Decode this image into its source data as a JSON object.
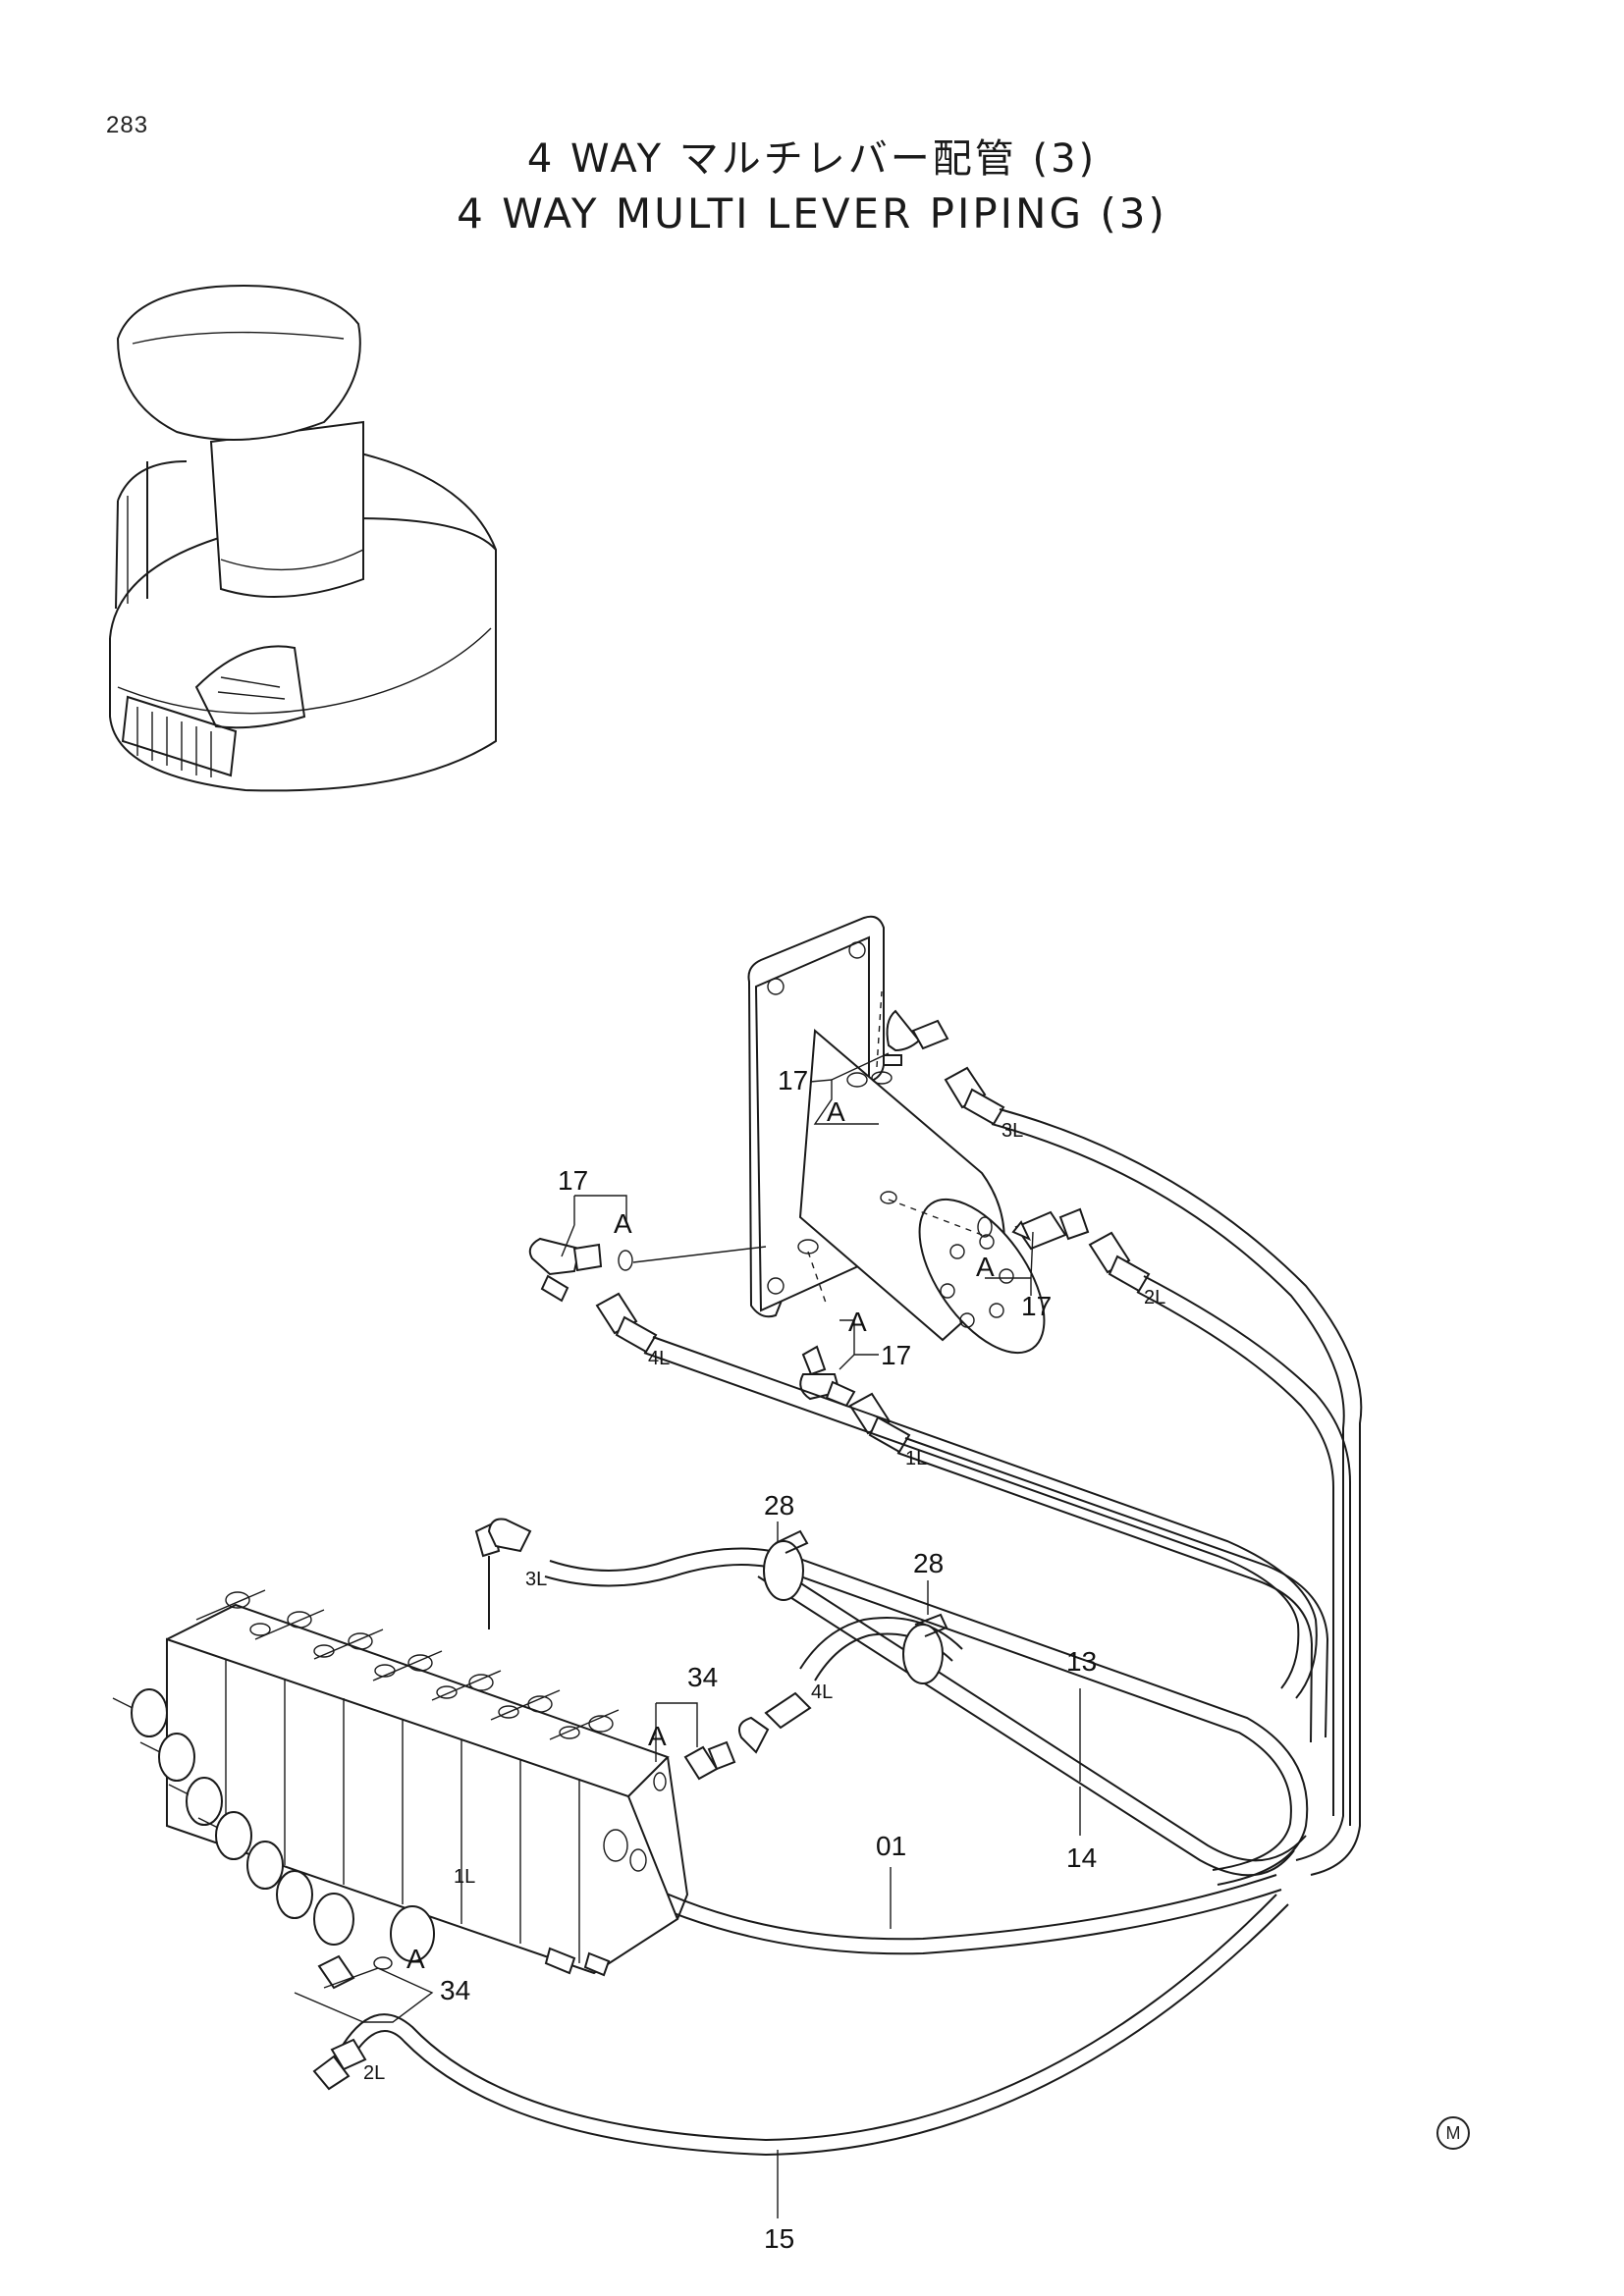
{
  "page": {
    "number": "283",
    "title_ja": "4 WAY マルチレバー配管 (3)",
    "title_en": "4 WAY MULTI LEVER PIPING (3)",
    "maker_mark": "M"
  },
  "callouts": {
    "c17_top": "17",
    "c17_left": "17",
    "c17_right": "17",
    "c17_lower": "17",
    "a_top": "A",
    "a_left": "A",
    "a_right": "A",
    "a_lower": "A",
    "a_34": "A",
    "a_34b": "A",
    "c28_a": "28",
    "c28_b": "28",
    "c34_a": "34",
    "c34_b": "34",
    "c13": "13",
    "c14": "14",
    "c01": "01",
    "c15": "15"
  },
  "port_labels": {
    "p3l_top": "3L",
    "p2l_top": "2L",
    "p4l_top": "4L",
    "p1l_top": "1L",
    "p3l_bot": "3L",
    "p4l_bot": "4L",
    "p1l_bot": "1L",
    "p2l_bot": "2L"
  }
}
